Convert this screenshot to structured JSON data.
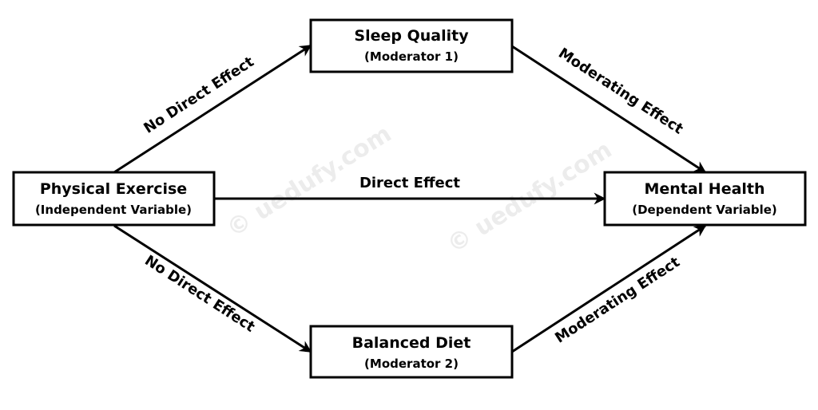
{
  "nodes": {
    "sleep": {
      "title": "Sleep Quality",
      "subtitle": "(Moderator 1)"
    },
    "exercise": {
      "title": "Physical Exercise",
      "subtitle": "(Independent Variable)"
    },
    "diet": {
      "title": "Balanced Diet",
      "subtitle": "(Moderator 2)"
    },
    "mental": {
      "title": "Mental Health",
      "subtitle": "(Dependent Variable)"
    }
  },
  "edges": {
    "exercise_to_sleep": "No Direct Effect",
    "exercise_to_diet": "No Direct Effect",
    "exercise_to_mental": "Direct Effect",
    "sleep_to_mental": "Moderating Effect",
    "diet_to_mental": "Moderating Effect"
  },
  "watermark": {
    "text": "© uedufy.com"
  },
  "colors": {
    "stroke": "#000000",
    "background": "#ffffff"
  }
}
